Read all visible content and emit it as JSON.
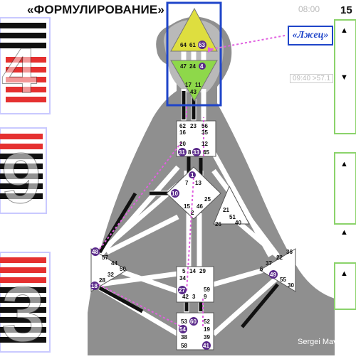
{
  "title": "«ФОРМУЛИРОВАНИЕ»",
  "callout_label": "«Лжец»",
  "time_top": "08:00",
  "time_mid": "09:40 >57.1",
  "number_top_right": "15",
  "credit": "Sergei Mavlat",
  "colors": {
    "background_gray": "#8f8f8f",
    "head_fill": "#dede3f",
    "ajna_fill": "#8ed84a",
    "highlight_box": "#1f45c9",
    "activation_arrow": "#e060e0",
    "hexagram_red": "#e53030",
    "gate_circle": "#5a2a8a"
  },
  "left_bars": [
    "4",
    "9",
    "3"
  ],
  "gates": {
    "head": [
      "64",
      "61",
      "63"
    ],
    "ajna": [
      "47",
      "24",
      "4",
      "17",
      "11",
      "43"
    ],
    "throat": [
      "62",
      "23",
      "56",
      "16",
      "35",
      "20",
      "12",
      "31",
      "8",
      "33",
      "45"
    ],
    "g_center": [
      "1",
      "7",
      "13",
      "10",
      "25",
      "15",
      "46",
      "2"
    ],
    "ego": [
      "21",
      "51",
      "26",
      "40"
    ],
    "spleen": [
      "48",
      "57",
      "44",
      "50",
      "32",
      "28",
      "18"
    ],
    "solar_plexus": [
      "36",
      "22",
      "37",
      "6",
      "49",
      "55",
      "30"
    ],
    "sacral": [
      "5",
      "14",
      "29",
      "34",
      "27",
      "42",
      "3",
      "59",
      "9"
    ],
    "root": [
      "53",
      "60",
      "52",
      "54",
      "19",
      "38",
      "39",
      "58",
      "41"
    ]
  },
  "right_panel": {
    "marks": [
      "▲",
      "▼",
      "▲",
      "▲",
      "▲"
    ]
  }
}
